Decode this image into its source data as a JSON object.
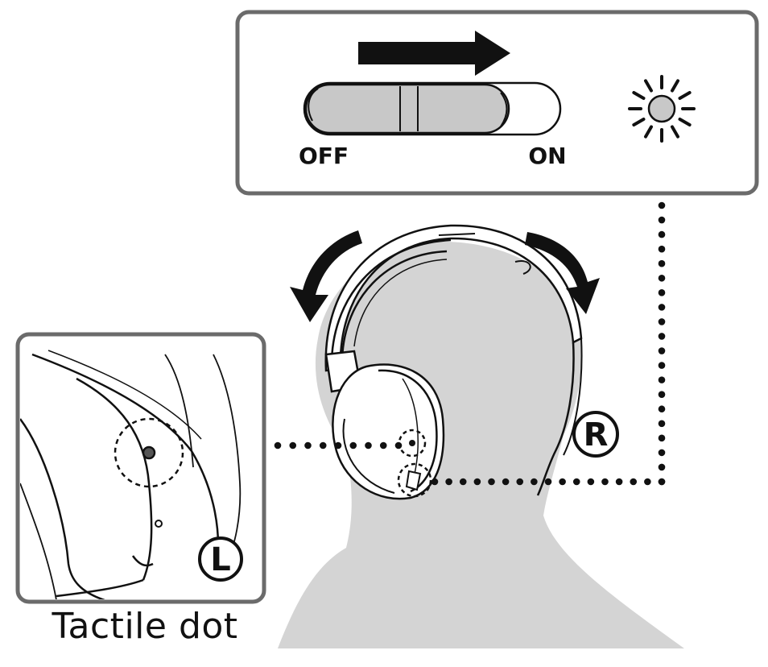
{
  "switch_panel": {
    "off_label": "OFF",
    "on_label": "ON",
    "indicator_icon": "lit-indicator-icon",
    "arrow_icon": "slide-right-arrow-icon"
  },
  "right_marker": "R",
  "left_marker": "L",
  "caption": "Tactile dot",
  "colors": {
    "frame": "#6b6b6b",
    "silhouette": "#d4d4d4",
    "slider_fill": "#c8c8c8",
    "ink": "#111111"
  }
}
